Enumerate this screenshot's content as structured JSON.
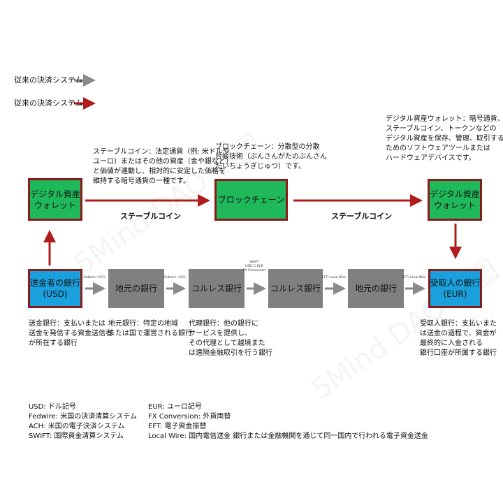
{
  "legend": [
    {
      "label": "従来の決済システム",
      "color": "#8a8a8a"
    },
    {
      "label": "従来の決済システム",
      "color": "#b01c1c"
    }
  ],
  "top_row": {
    "wallet_left": "デジタル資産\nウォレット",
    "blockchain": "ブロックチェーン",
    "wallet_right": "デジタル資産\nウォレット",
    "arrow_label_left": "ステーブルコイン",
    "arrow_label_right": "ステーブルコイン"
  },
  "descriptions": {
    "stablecoin": "ステーブルコイン：法定通貨（例: 米ドルや\nユーロ）またはその他の資産（金や銀など）\nと価値が連動し、相対的に安定した価格を\n維持する暗号通貨の一種です。",
    "blockchain": "ブロックチェーン：分散型の分散\n台帳技術（ぶんさんがたのぶんさん\nだいちょうぎじゅつ）です。",
    "wallet": "デジタル資産ウォレット：暗号通貨、\nステーブルコイン、トークンなどの\nデジタル資産を保存、管理、取引する\nためのソフトウェアツールまたは\nハードウェアデバイスです。"
  },
  "bottom_row": {
    "boxes": [
      "送金者の銀行\n(USD)",
      "地元の銀行",
      "コルレス銀行",
      "コルレス銀行",
      "地元の銀行",
      "受取人の銀行\n(EUR)"
    ],
    "arrow_labels": [
      "Fedwire / ACH",
      "Fedwire / ACH",
      "SWIFT\nUSD ☐ EUR\nFX Conversion",
      "EFT/ Local Wire",
      "EFT/ Local Wire"
    ]
  },
  "bank_descriptions": {
    "sender": "送金銀行：支払いまたは\n送金を発信する資金送信者\nが所在する銀行",
    "local": "地元銀行：特定の地域\nまたは国で運営される銀行",
    "correspondent": "代理銀行：他の銀行に\nサービスを提供し、\nその代理として越境また\nは遠隔金融取引を行う銀行",
    "recipient": "受取人銀行：支払いまた\nは送金の過程で、資金が\n最終的に入金される\n銀行口座が所属する銀行"
  },
  "glossary_left": [
    "USD: ドル記号",
    "Fedwire: 米国の決済清算システム",
    "ACH: 米国の電子決済システム",
    "SWIFT: 国際資金清算システム"
  ],
  "glossary_right": [
    "EUR: ユーロ記号",
    "FX Conversion: 外貨両替",
    "EFT: 電子資金振替",
    "Local Wire: 国内電信送金 銀行または金融機関を通じて同一国内で行われる電子資金送金"
  ],
  "watermark": "5Mind DAO 制图",
  "colors": {
    "green": "#1fb85a",
    "blue": "#1aa0dc",
    "gray": "#808080",
    "red": "#b01c1c",
    "border": "#8b1a1a"
  }
}
